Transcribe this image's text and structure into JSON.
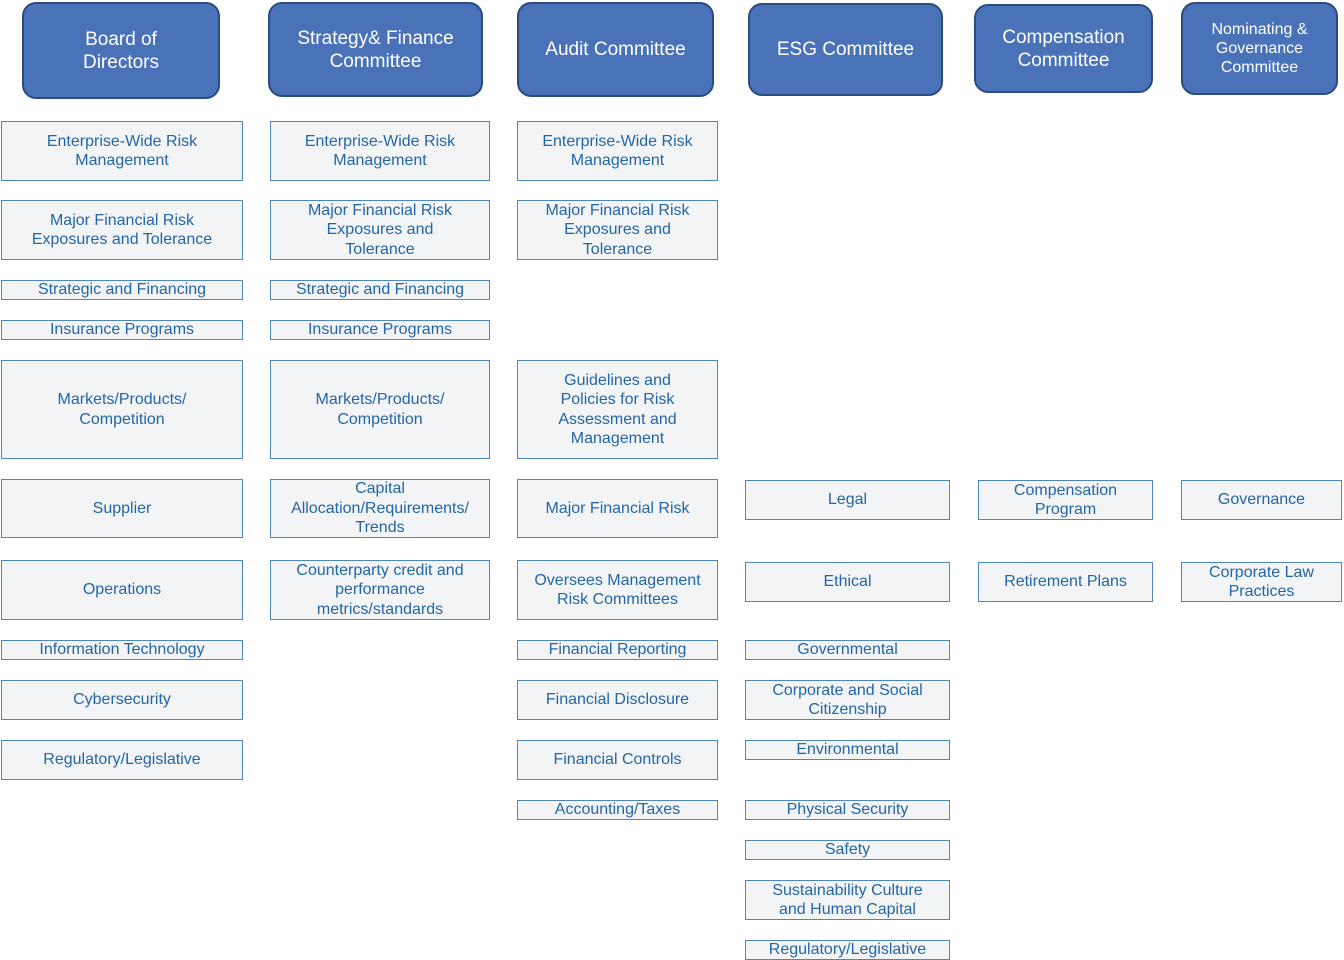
{
  "colors": {
    "header_fill": "#4a72b8",
    "header_border": "#2c4c80",
    "header_text": "#ffffff",
    "item_fill": "#f3f4f6",
    "item_border": "#4f86bb",
    "item_text": "#2466a5"
  },
  "committees": [
    {
      "id": "board",
      "title": "Board of\nDirectors",
      "items": [
        "Enterprise-Wide Risk\nManagement",
        "Major Financial Risk\nExposures and Tolerance",
        "Strategic and Financing",
        "Insurance Programs",
        "Markets/Products/\nCompetition",
        "Supplier",
        "Operations",
        "Information Technology",
        "Cybersecurity",
        "Regulatory/Legislative"
      ]
    },
    {
      "id": "strategy-finance",
      "title": "Strategy& Finance\nCommittee",
      "items": [
        "Enterprise-Wide Risk\nManagement",
        "Major Financial Risk\nExposures and\nTolerance",
        "Strategic and Financing",
        "Insurance Programs",
        "Markets/Products/\nCompetition",
        "Capital\nAllocation/Requirements/\nTrends",
        "Counterparty credit and\nperformance\nmetrics/standards"
      ]
    },
    {
      "id": "audit",
      "title": "Audit Committee",
      "items": [
        "Enterprise-Wide Risk\nManagement",
        "Major Financial Risk\nExposures and\nTolerance",
        "Guidelines and\nPolicies for Risk\nAssessment and\nManagement",
        "Major Financial Risk",
        "Oversees Management\nRisk Committees",
        "Financial Reporting",
        "Financial Disclosure",
        "Financial Controls",
        "Accounting/Taxes"
      ]
    },
    {
      "id": "esg",
      "title": "ESG Committee",
      "items": [
        "Legal",
        "Ethical",
        "Governmental",
        "Corporate and Social\nCitizenship",
        "Environmental",
        "Physical Security",
        "Safety",
        "Sustainability Culture\nand Human Capital",
        "Regulatory/Legislative"
      ]
    },
    {
      "id": "compensation",
      "title": "Compensation\nCommittee",
      "items": [
        "Compensation\nProgram",
        "Retirement Plans"
      ]
    },
    {
      "id": "nominating-governance",
      "title": "Nominating &\nGovernance\nCommittee",
      "items": [
        "Governance",
        "Corporate Law\nPractices"
      ]
    }
  ]
}
